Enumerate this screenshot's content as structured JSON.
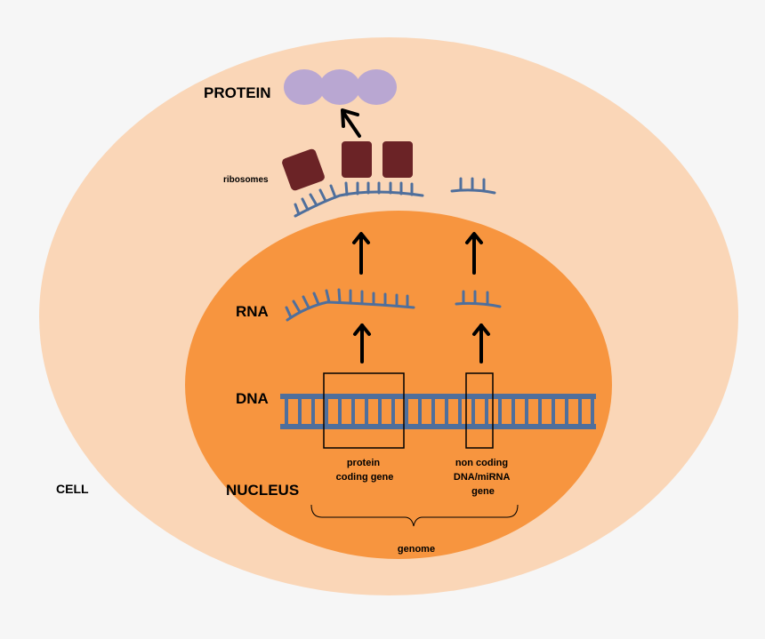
{
  "labels": {
    "protein": "PROTEIN",
    "ribosomes": "ribosomes",
    "rna": "RNA",
    "dna": "DNA",
    "nucleus": "NUCLEUS",
    "cell": "CELL",
    "protein_coding_gene": [
      "protein",
      "coding gene"
    ],
    "non_coding_gene": [
      "non coding",
      "DNA/miRNA",
      "gene"
    ],
    "genome": "genome"
  },
  "colors": {
    "cell_fill": "#fad6b7",
    "nucleus_fill": "#f7953f",
    "strand": "#4f6f9c",
    "ribosome": "#6b2326",
    "protein": "#b9a7d2",
    "arrow": "#000000",
    "background": "#f6f6f6"
  }
}
